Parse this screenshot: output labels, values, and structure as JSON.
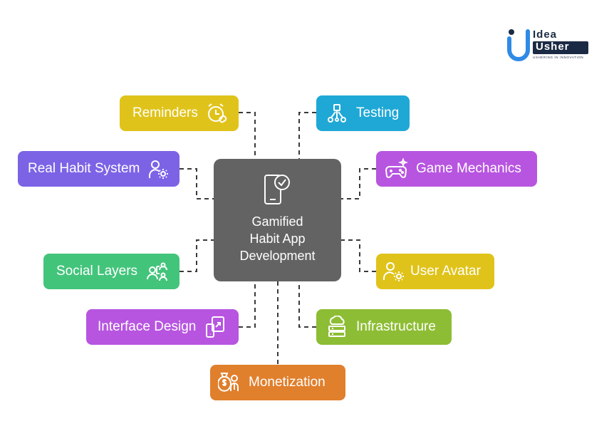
{
  "logo": {
    "line1": "Idea",
    "line2": "Usher",
    "tagline": "USHERING IN INNOVATION",
    "colors": {
      "primary": "#1b2a44",
      "accent": "#2f8ae5"
    }
  },
  "center": {
    "icon": "phone-check-icon",
    "lines": [
      "Gamified",
      "Habit App",
      "Development"
    ],
    "color": "#636363"
  },
  "nodes": [
    {
      "id": "reminders",
      "label": "Reminders",
      "icon": "alarm-clock-icon",
      "color": "#e0c31a"
    },
    {
      "id": "testing",
      "label": "Testing",
      "icon": "network-icon",
      "color": "#1fa8d6"
    },
    {
      "id": "real-habit-system",
      "label": "Real Habit System",
      "icon": "user-gear-icon",
      "color": "#7c63e6"
    },
    {
      "id": "game-mechanics",
      "label": "Game Mechanics",
      "icon": "gamepad-icon",
      "color": "#b755e0"
    },
    {
      "id": "social-layers",
      "label": "Social Layers",
      "icon": "users-icon",
      "color": "#43c47b"
    },
    {
      "id": "user-avatar",
      "label": "User Avatar",
      "icon": "user-settings-icon",
      "color": "#e0c31a"
    },
    {
      "id": "interface-design",
      "label": "Interface Design",
      "icon": "touch-screen-icon",
      "color": "#b755e0"
    },
    {
      "id": "infrastructure",
      "label": "Infrastructure",
      "icon": "cloud-server-icon",
      "color": "#8dbd34"
    },
    {
      "id": "monetization",
      "label": "Monetization",
      "icon": "money-bag-icon",
      "color": "#e07f2c"
    }
  ]
}
